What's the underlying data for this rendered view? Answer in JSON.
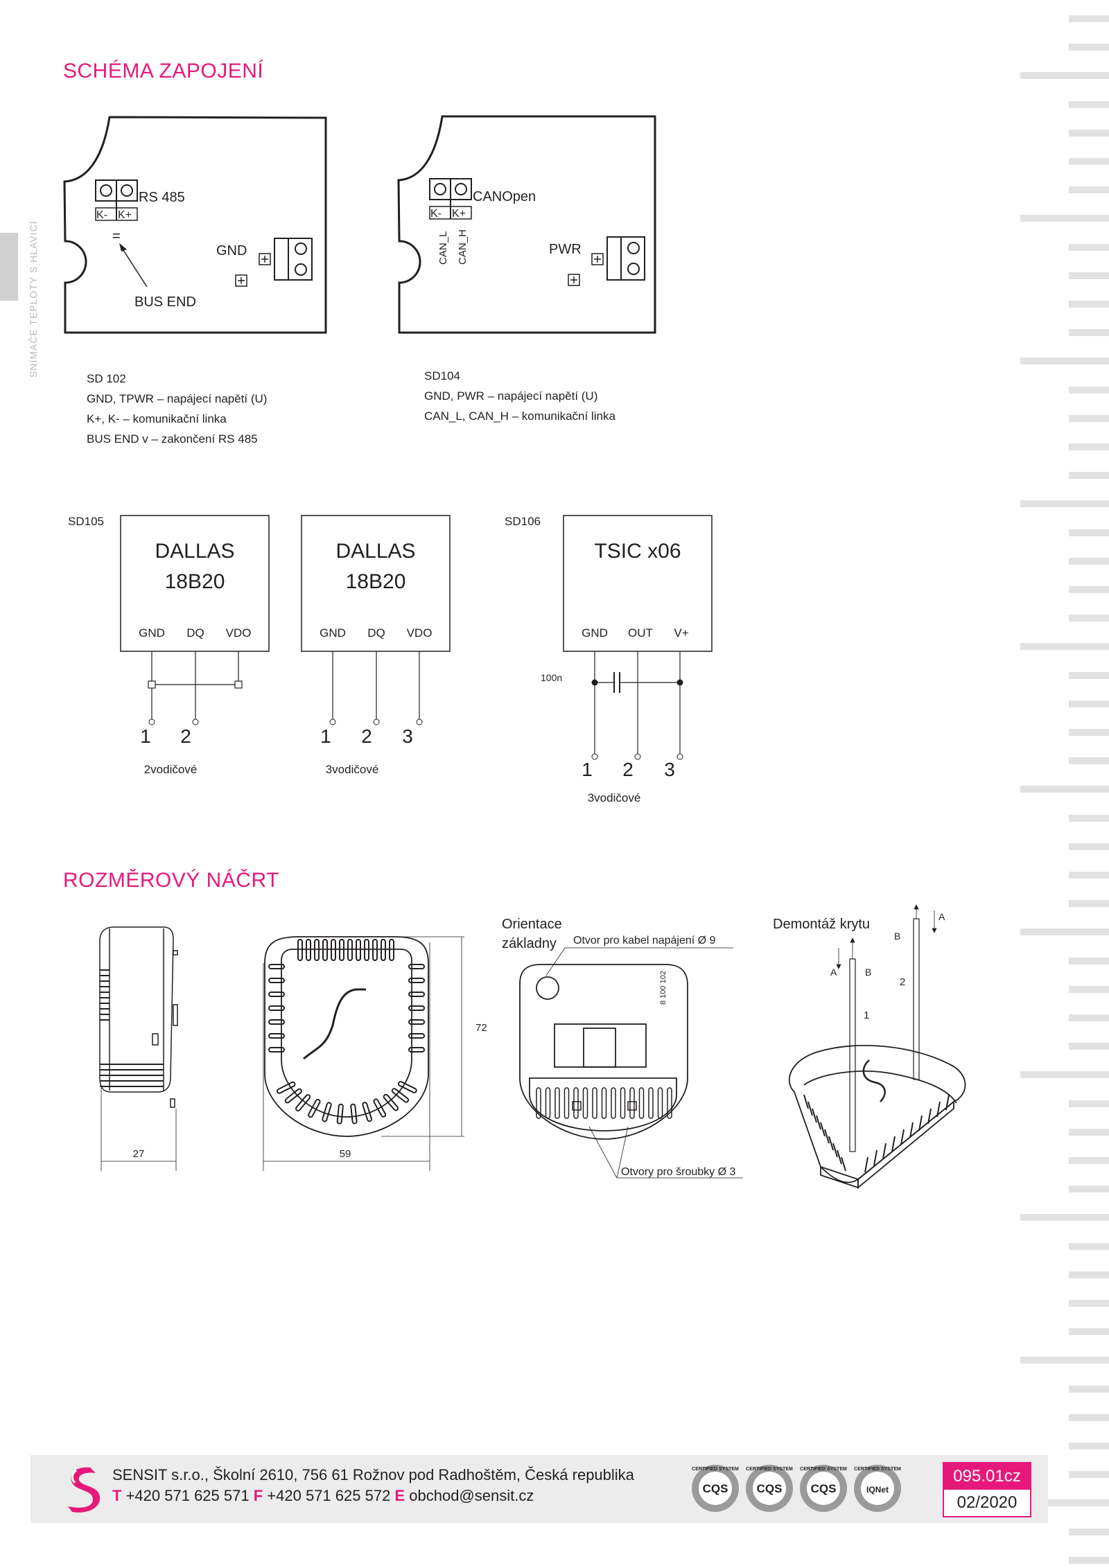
{
  "sidebar": {
    "category": "SNÍMAČE TEPLOTY S HLAVICÍ"
  },
  "wiring": {
    "heading": "SCHÉMA ZAPOJENÍ",
    "sd102": {
      "terminal_minus": "K-",
      "terminal_plus": "K+",
      "bus_label": "RS 485",
      "jumper": "=",
      "bus_end": "BUS END",
      "gnd": "GND",
      "notes": [
        "SD 102",
        "GND, TPWR  – napájecí napětí (U)",
        "K+, K- – komunikační linka",
        "BUS END v – zakončení RS 485"
      ]
    },
    "sd104": {
      "terminal_l": "K-",
      "terminal_h": "K+",
      "bus_label": "CANOpen",
      "can_l": "CAN_L",
      "can_h": "CAN_H",
      "pwr": "PWR",
      "notes": [
        "SD104",
        "GND, PWR  – napájecí napětí (U)",
        "CAN_L, CAN_H  – komunikační linka"
      ]
    },
    "sd105": {
      "code": "SD105",
      "chip_line1": "DALLAS",
      "chip_line2": "18B20",
      "pins": [
        "GND",
        "DQ",
        "VDO"
      ],
      "two_wire_nums": [
        "1",
        "2"
      ],
      "two_wire_label": "2vodičové",
      "three_wire_nums": [
        "1",
        "2",
        "3"
      ],
      "three_wire_label": "3vodičové"
    },
    "sd106": {
      "code": "SD106",
      "chip": "TSIC x06",
      "pins": [
        "GND",
        "OUT",
        "V+"
      ],
      "capacitor": "100n",
      "nums": [
        "1",
        "2",
        "3"
      ],
      "label": "3vodičové"
    }
  },
  "dimensions": {
    "heading": "ROZMĚROVÝ NÁČRT",
    "side_width": "27",
    "front_width": "59",
    "front_height": "72",
    "base_title_line1": "Orientace",
    "base_title_line2": "základny",
    "cable_hole": "Otvor pro kabel napájení Ø 9",
    "screw_holes": "Otvory pro šroubky Ø 3",
    "board_marking": "8 100 102",
    "removal_title": "Demontáž krytu",
    "removal_a": "A",
    "removal_b": "B",
    "removal_step1": "1",
    "removal_step2": "2"
  },
  "footer": {
    "company": "SENSIT s.r.o., Školní 2610, 756 61 Rožnov pod Radhoštěm, Česká republika",
    "t_label": "T",
    "t_value": "+420 571 625 571",
    "f_label": "F",
    "f_value": "+420 571 625 572",
    "e_label": "E",
    "e_value": "obchod@sensit.cz",
    "doc_code": "095.01cz",
    "doc_date": "02/2020",
    "certs": [
      "CQS",
      "CQS",
      "CQS",
      "IQNet"
    ],
    "cert_ring": "CERTIFIED SYSTEM"
  },
  "colors": {
    "accent": "#e6197a",
    "text": "#231f20",
    "footer_bg": "#ececec"
  }
}
